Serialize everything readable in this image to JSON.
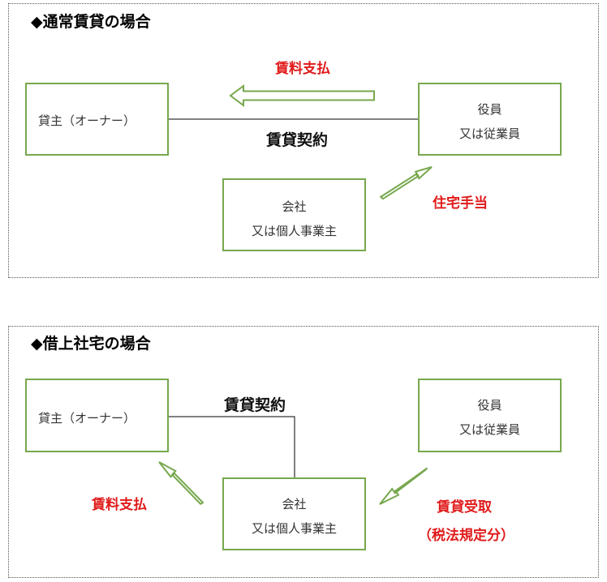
{
  "colors": {
    "box_border": "#77a84e",
    "arrow_stroke": "#77a84e",
    "label_red": "#e01b1b",
    "section_border": "#555555"
  },
  "normal": {
    "heading": "◆通常賃貸の場合",
    "owner_label": "貸主（オーナー）",
    "employee_line1": "役員",
    "employee_line2": "又は従業員",
    "company_line1": "会社",
    "company_line2": "又は個人事業主",
    "rent_payment": "賃料支払",
    "lease_contract": "賃貸契約",
    "housing_allowance": "住宅手当"
  },
  "leased": {
    "heading": "◆借上社宅の場合",
    "owner_label": "貸主（オーナー）",
    "employee_line1": "役員",
    "employee_line2": "又は従業員",
    "company_line1": "会社",
    "company_line2": "又は個人事業主",
    "rent_payment": "賃料支払",
    "lease_contract": "賃貸契約",
    "rent_received_line1": "賃貸受取",
    "rent_received_line2": "（税法規定分）"
  }
}
